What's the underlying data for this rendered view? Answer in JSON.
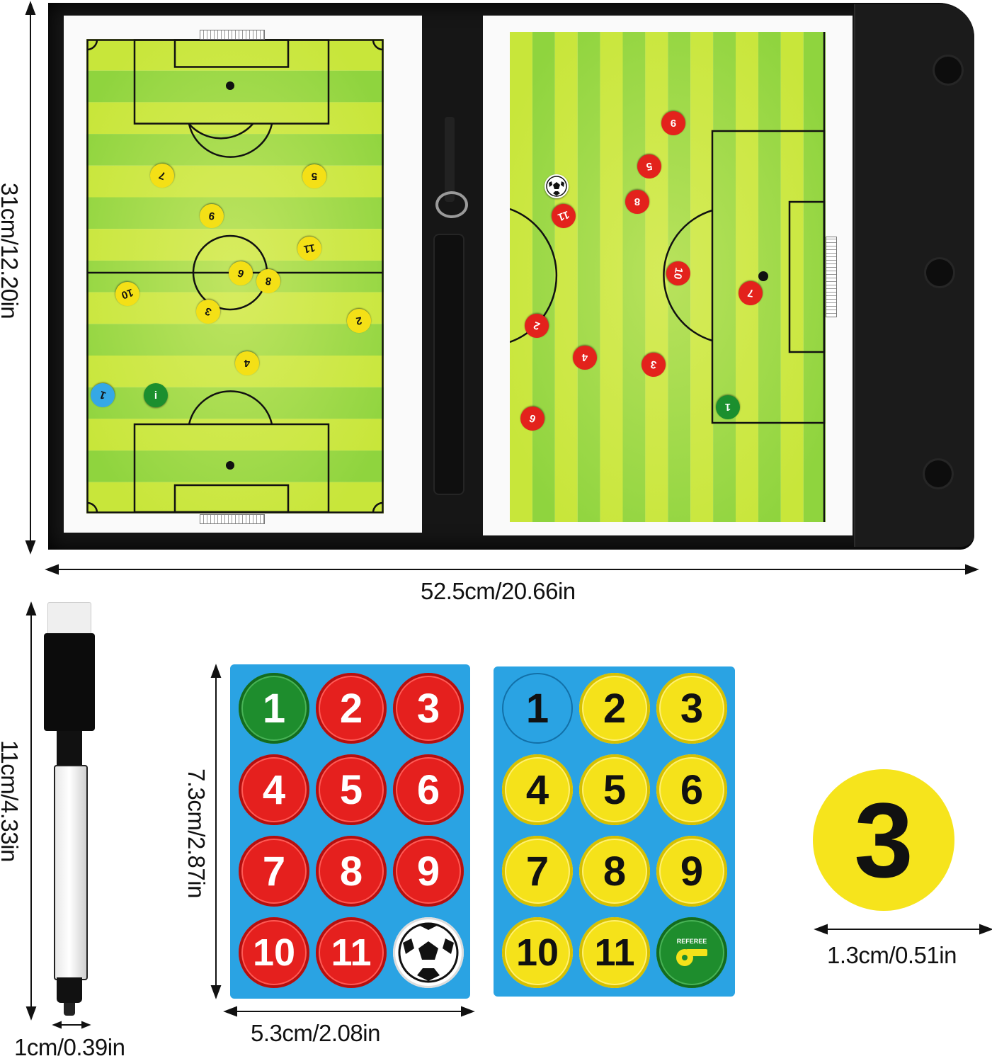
{
  "dimensions": {
    "board_height": "31cm/12.20in",
    "board_width": "52.5cm/20.66in",
    "pen_length": "11cm/4.33in",
    "pen_width": "1cm/0.39in",
    "sheet_height": "7.3cm/2.87in",
    "sheet_width": "5.3cm/2.08in",
    "chip_diameter": "1.3cm/0.51in"
  },
  "red_sheet": {
    "chips": [
      {
        "label": "1",
        "color": "green"
      },
      {
        "label": "2",
        "color": "red"
      },
      {
        "label": "3",
        "color": "red"
      },
      {
        "label": "4",
        "color": "red"
      },
      {
        "label": "5",
        "color": "red"
      },
      {
        "label": "6",
        "color": "red"
      },
      {
        "label": "7",
        "color": "red"
      },
      {
        "label": "8",
        "color": "red"
      },
      {
        "label": "9",
        "color": "red"
      },
      {
        "label": "10",
        "color": "red"
      },
      {
        "label": "11",
        "color": "red"
      },
      {
        "label": "",
        "color": "ball",
        "icon": "soccer-ball-icon"
      }
    ]
  },
  "yellow_sheet": {
    "chips": [
      {
        "label": "1",
        "color": "blue"
      },
      {
        "label": "2",
        "color": "yellow"
      },
      {
        "label": "3",
        "color": "yellow"
      },
      {
        "label": "4",
        "color": "yellow"
      },
      {
        "label": "5",
        "color": "yellow"
      },
      {
        "label": "6",
        "color": "yellow"
      },
      {
        "label": "7",
        "color": "yellow"
      },
      {
        "label": "8",
        "color": "yellow"
      },
      {
        "label": "9",
        "color": "yellow"
      },
      {
        "label": "10",
        "color": "yellow"
      },
      {
        "label": "11",
        "color": "yellow"
      },
      {
        "label": "REFEREE",
        "color": "referee",
        "icon": "whistle-icon"
      }
    ]
  },
  "big_chip": {
    "label": "3",
    "color": "yellow"
  },
  "left_board_pieces": [
    {
      "label": "7",
      "team": "y"
    },
    {
      "label": "5",
      "team": "y"
    },
    {
      "label": "9",
      "team": "y"
    },
    {
      "label": "11",
      "team": "y"
    },
    {
      "label": "6",
      "team": "y"
    },
    {
      "label": "8",
      "team": "y"
    },
    {
      "label": "10",
      "team": "y"
    },
    {
      "label": "3",
      "team": "y"
    },
    {
      "label": "2",
      "team": "y"
    },
    {
      "label": "4",
      "team": "y"
    },
    {
      "label": "1",
      "team": "b"
    },
    {
      "label": "i",
      "team": "g"
    }
  ],
  "right_board_pieces": [
    {
      "label": "9",
      "team": "r"
    },
    {
      "label": "5",
      "team": "r"
    },
    {
      "label": "",
      "team": "w"
    },
    {
      "label": "11",
      "team": "r"
    },
    {
      "label": "8",
      "team": "r"
    },
    {
      "label": "10",
      "team": "r"
    },
    {
      "label": "7",
      "team": "r"
    },
    {
      "label": "2",
      "team": "r"
    },
    {
      "label": "4",
      "team": "r"
    },
    {
      "label": "3",
      "team": "r"
    },
    {
      "label": "6",
      "team": "r"
    },
    {
      "label": "1",
      "team": "g"
    }
  ],
  "colors": {
    "sheet_blue": "#2aa3e3",
    "chip_red": "#e5201e",
    "chip_yellow": "#f5e21a",
    "chip_green": "#1e8d2d",
    "pitch_light": "#c8e63a",
    "pitch_dark": "#8fd43e",
    "folder_black": "#161616"
  }
}
